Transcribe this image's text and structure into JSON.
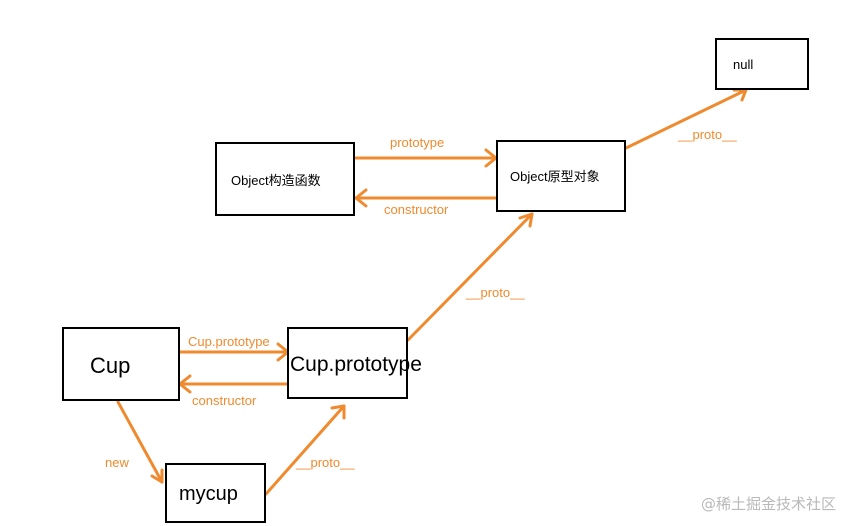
{
  "nodes": {
    "object_ctor": "Object构造函数",
    "object_proto": "Object原型对象",
    "null_node": "null",
    "cup": "Cup",
    "cup_proto": "Cup.prototype",
    "mycup": "mycup"
  },
  "edges": {
    "prototype": "prototype",
    "constructor_top": "constructor",
    "proto_null": "__proto__",
    "proto_object": "__proto__",
    "cup_prototype": "Cup.prototype",
    "constructor_bottom": "constructor",
    "new": "new",
    "proto_mycup": "__proto__"
  },
  "colors": {
    "arrow": "#f08a2e",
    "box_border": "#000000"
  },
  "watermark": "@稀土掘金技术社区"
}
